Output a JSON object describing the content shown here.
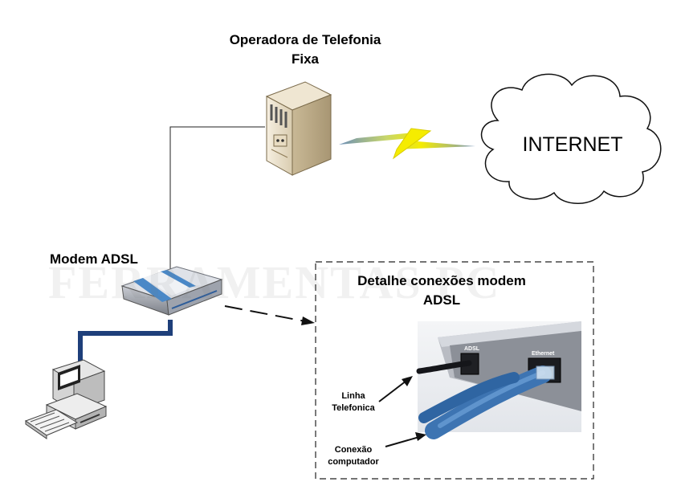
{
  "title": {
    "line1": "Operadora de Telefonia",
    "line2": "Fixa"
  },
  "cloud_label": "INTERNET",
  "modem_label": "Modem ADSL",
  "detail": {
    "title_line1": "Detalhe conexões modem",
    "title_line2": "ADSL",
    "port_adsl": "ADSL",
    "port_ethernet": "Ethernet",
    "label_phone_line1": "Linha",
    "label_phone_line2": "Telefonica",
    "label_computer_line1": "Conexão",
    "label_computer_line2": "computador"
  },
  "watermark": "FERRAMENTAS PC",
  "colors": {
    "ethernet_cable": "#1e3f7a",
    "lightning": "#f2e600",
    "modem_accent": "#4a88c7",
    "server_body": "#ece3cf"
  },
  "icons": {
    "server": "server-tower-icon",
    "cloud": "cloud-icon",
    "modem": "modem-icon",
    "computer": "desktop-computer-icon",
    "lightning": "lightning-bolt-icon"
  }
}
